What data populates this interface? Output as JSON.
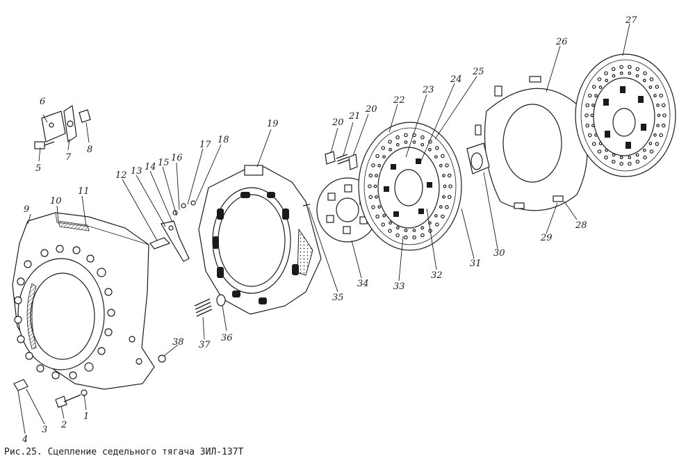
{
  "caption": "Рис.25. Сцепление седельного тягача ЗИЛ-137Т",
  "callouts": [
    "1",
    "2",
    "3",
    "4",
    "5",
    "6",
    "7",
    "8",
    "9",
    "10",
    "11",
    "12",
    "13",
    "14",
    "15",
    "16",
    "17",
    "18",
    "19",
    "20",
    "20",
    "21",
    "22",
    "23",
    "24",
    "25",
    "26",
    "27",
    "28",
    "29",
    "30",
    "31",
    "32",
    "33",
    "34",
    "35",
    "36",
    "37",
    "38"
  ],
  "colors": {
    "ink": "#1a1a1a",
    "paper": "#ffffff"
  }
}
